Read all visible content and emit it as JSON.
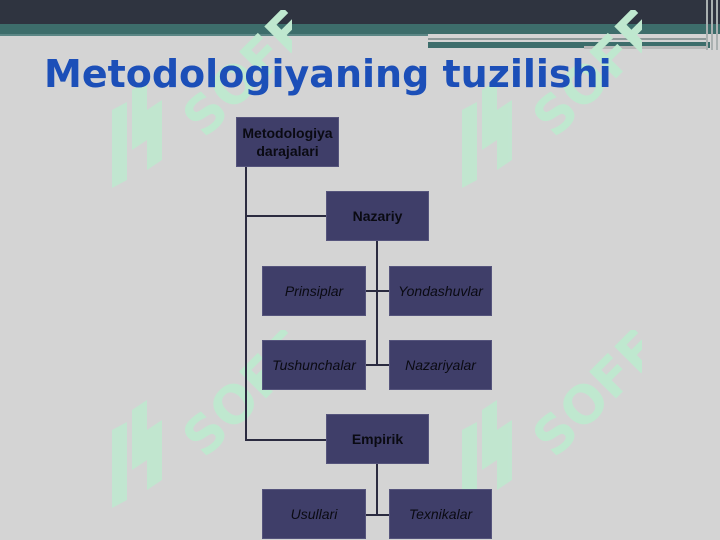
{
  "title": "Metodologiyaning tuzilishi",
  "watermark": {
    "text": "SOFF",
    "color": "#bfe8cf"
  },
  "colors": {
    "title": "#1c4fb8",
    "box_fill": "#3f3e69",
    "background": "#d4d4d4",
    "top_bar": "#2f3440",
    "teal": "#3d6d6b"
  },
  "diagram": {
    "root": "Metodologiya darajalari",
    "nazariy": {
      "label": "Nazariy",
      "children": [
        "Prinsiplar",
        "Yondashuvlar",
        "Tushunchalar",
        "Nazariyalar"
      ]
    },
    "empirik": {
      "label": "Empirik",
      "children": [
        "Usullari",
        "Texnikalar"
      ]
    }
  }
}
